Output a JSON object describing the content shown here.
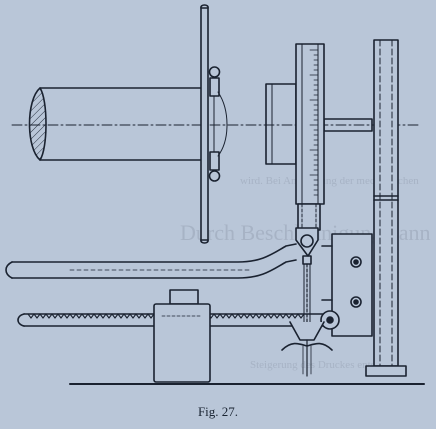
{
  "figure": {
    "caption": "Fig. 27.",
    "colors": {
      "paper": "#b9c6d8",
      "ink": "#1a2230",
      "bleed_text": "#a7b3c5",
      "hatch": "#2a3444"
    },
    "bleed_through_lines": [
      "Durch Beschleunigung kann der mechanische",
      "wird. Bei Anwendung der mechanischen",
      "Steigerung des Druckes entstehen."
    ]
  }
}
